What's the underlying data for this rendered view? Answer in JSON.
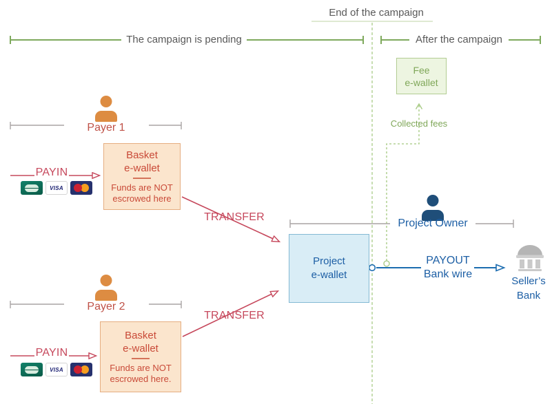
{
  "colors": {
    "bracket_green": "#7ea95c",
    "dashed_green": "#a3c87e",
    "green_text": "#7fa758",
    "arrow_red": "#c6485c",
    "payer_red": "#bf5147",
    "basket_text_red": "#c94a38",
    "basket_fill": "#fbe5cd",
    "person_orange": "#dd8c42",
    "project_fill": "#d9edf6",
    "blue_text": "#1d5fa5",
    "arrow_blue": "#1b6cb0",
    "person_navy": "#1f4e79",
    "fee_fill": "#edf5e1",
    "gray_text": "#595959",
    "bracket_gray": "#a9a4a4"
  },
  "timeline": {
    "end_label": "End of the campaign",
    "pending_label": "The campaign is pending",
    "after_label": "After the campaign"
  },
  "fee_wallet": {
    "line1": "Fee",
    "line2": "e-wallet"
  },
  "collected_fees": {
    "label": "Collected fees"
  },
  "payers": {
    "payer1": {
      "name": "Payer 1",
      "payin_label": "PAYIN",
      "transfer_label": "TRANSFER",
      "basket": {
        "title1": "Basket",
        "title2": "e-wallet",
        "note1": "Funds are NOT",
        "note2": "escrowed here"
      }
    },
    "payer2": {
      "name": "Payer 2",
      "payin_label": "PAYIN",
      "transfer_label": "TRANSFER",
      "basket": {
        "title1": "Basket",
        "title2": "e-wallet",
        "note1": "Funds are NOT",
        "note2": "escrowed here."
      }
    }
  },
  "cards": {
    "visa_label": "VISA",
    "icons": [
      "cb-card-icon",
      "visa-card-icon",
      "mastercard-card-icon"
    ]
  },
  "project_wallet": {
    "line1": "Project",
    "line2": "e-wallet"
  },
  "project_owner": {
    "name": "Project Owner"
  },
  "payout": {
    "line1": "PAYOUT",
    "line2": "Bank wire"
  },
  "seller_bank": {
    "line1": "Seller’s",
    "line2": "Bank"
  }
}
